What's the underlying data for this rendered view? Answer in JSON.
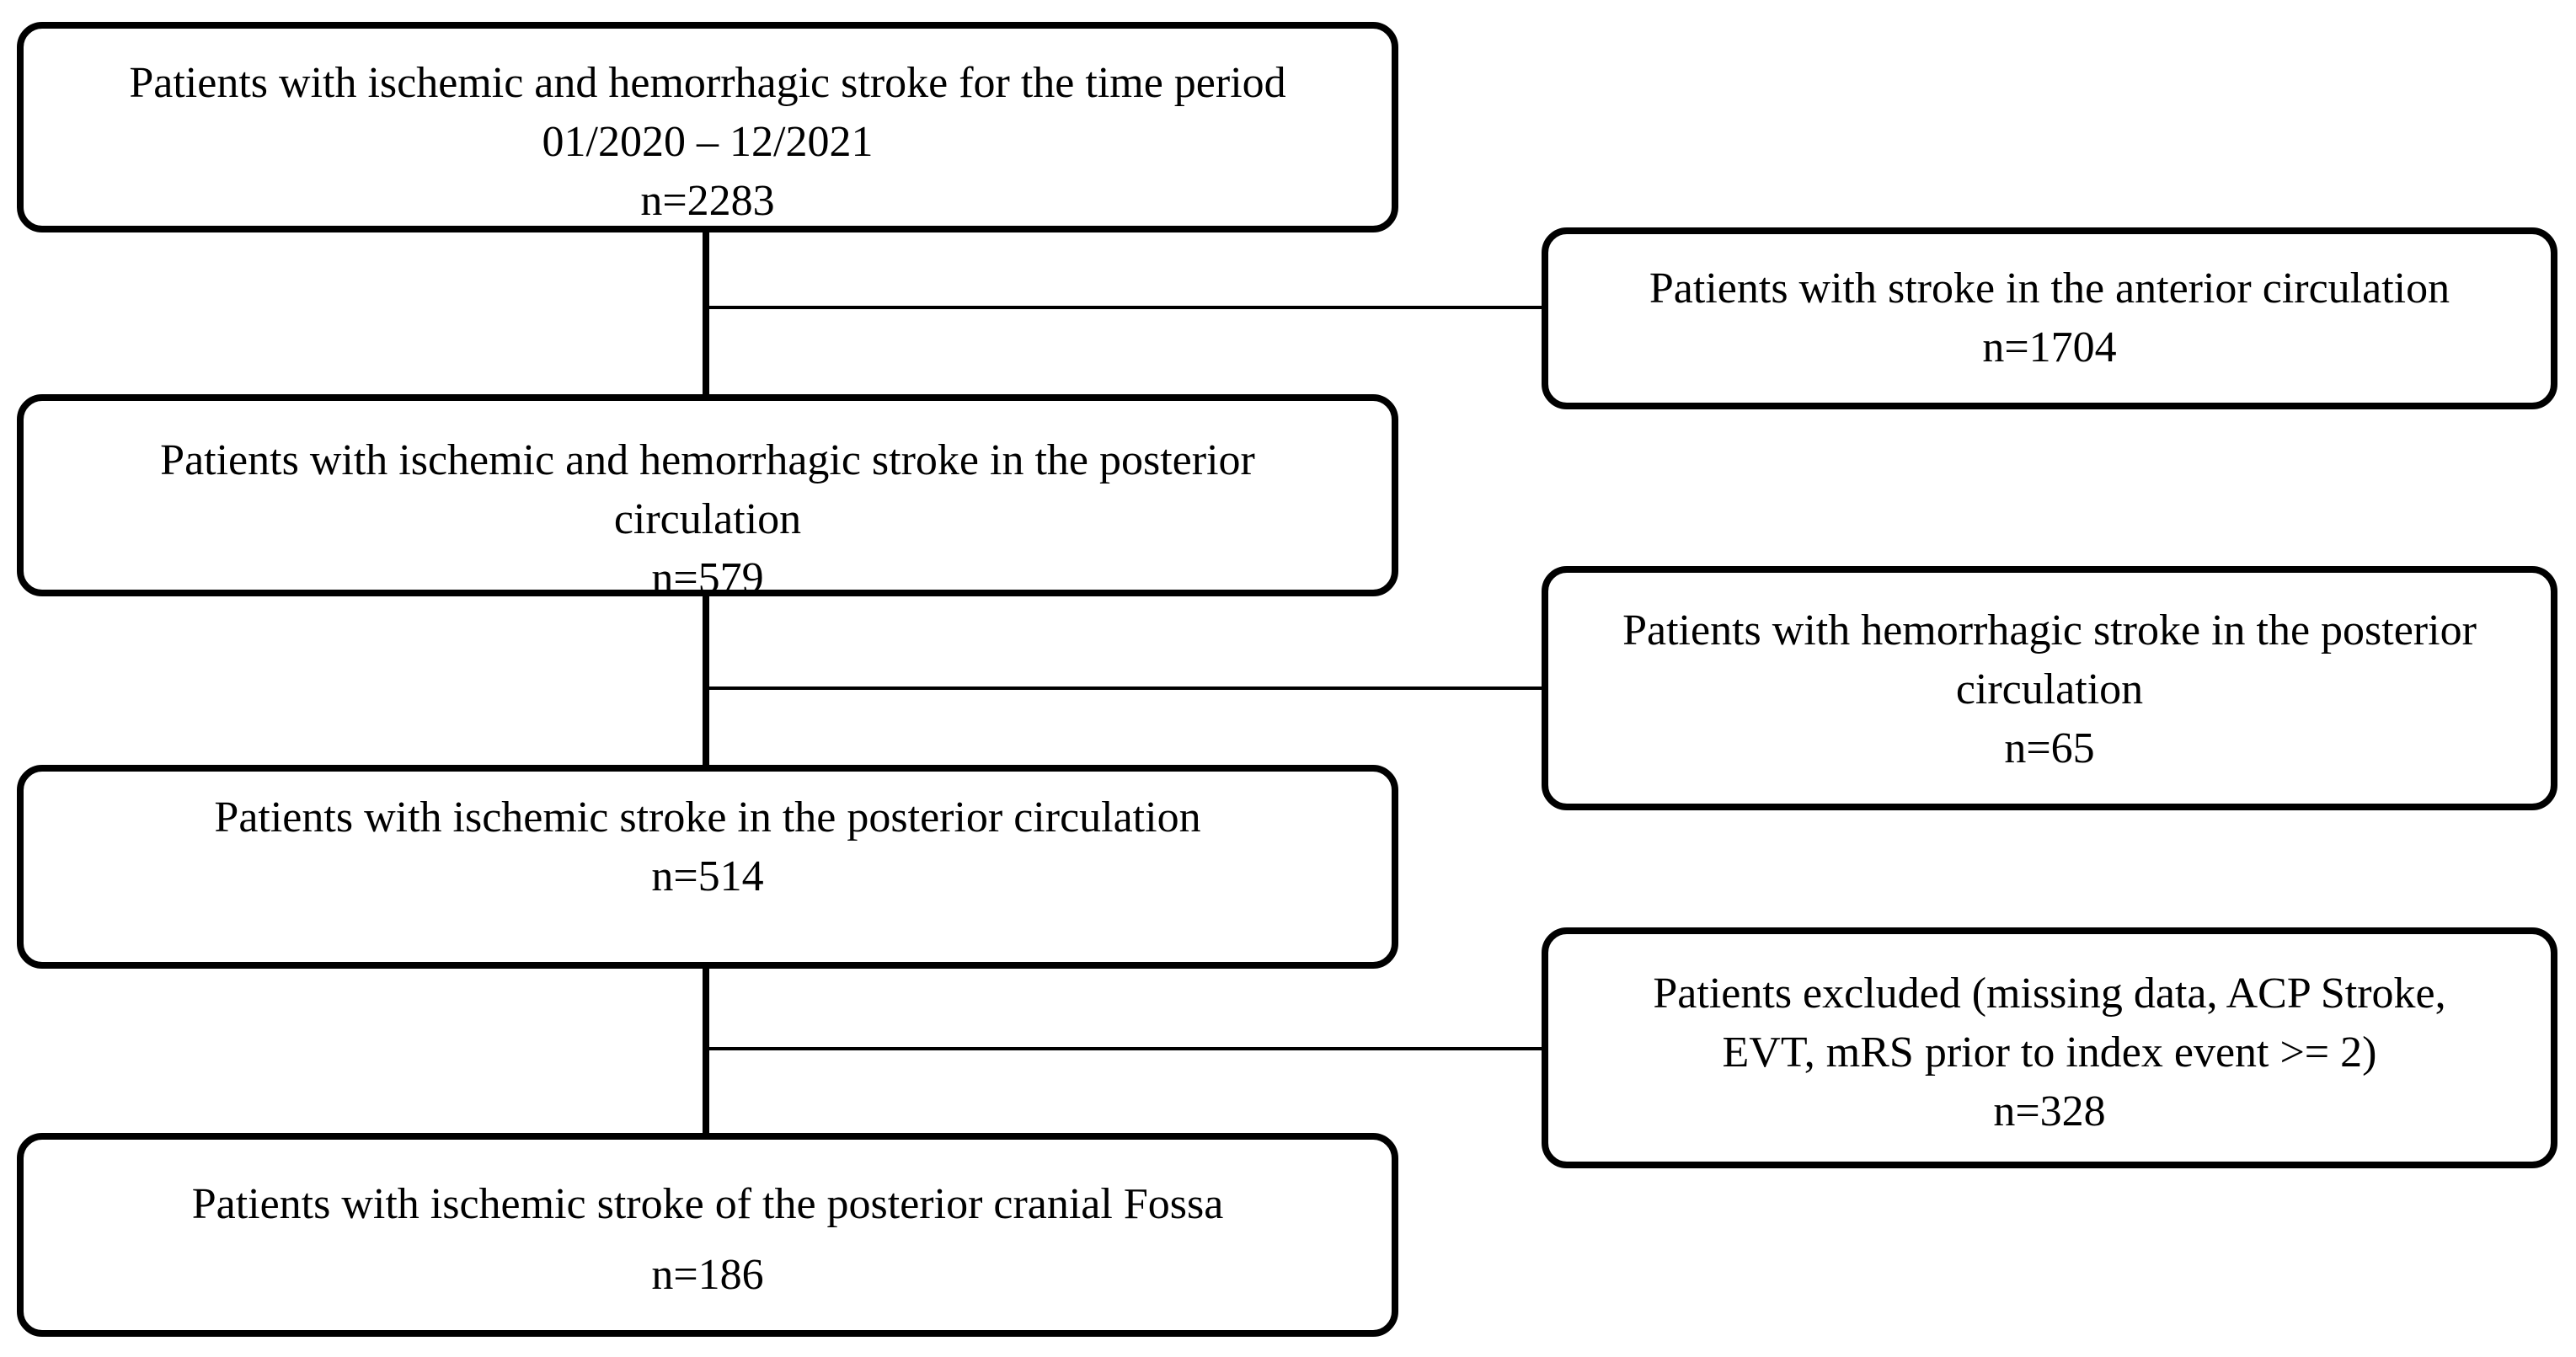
{
  "flowchart": {
    "main_boxes": [
      {
        "id": "box-all-stroke",
        "lines": [
          "Patients with ischemic and hemorrhagic stroke for the time period",
          "01/2020 – 12/2021",
          "n=2283"
        ]
      },
      {
        "id": "box-posterior-circulation",
        "lines": [
          "Patients with ischemic and hemorrhagic stroke in the posterior",
          "circulation",
          "n=579"
        ]
      },
      {
        "id": "box-ischemic-posterior",
        "lines": [
          "Patients with ischemic stroke in the posterior circulation",
          "n=514"
        ]
      },
      {
        "id": "box-posterior-fossa",
        "lines": [
          "Patients with ischemic stroke of the posterior cranial Fossa",
          "n=186"
        ]
      }
    ],
    "side_boxes": [
      {
        "id": "box-anterior-excluded",
        "lines": [
          "Patients with stroke in the anterior circulation",
          "n=1704"
        ]
      },
      {
        "id": "box-hemorrhagic-excluded",
        "lines": [
          "Patients with hemorrhagic stroke in the posterior",
          "circulation",
          "n=65"
        ]
      },
      {
        "id": "box-other-excluded",
        "lines": [
          "Patients excluded (missing data, ACP Stroke,",
          "EVT, mRS prior to index event >= 2)",
          "n=328"
        ]
      }
    ]
  }
}
